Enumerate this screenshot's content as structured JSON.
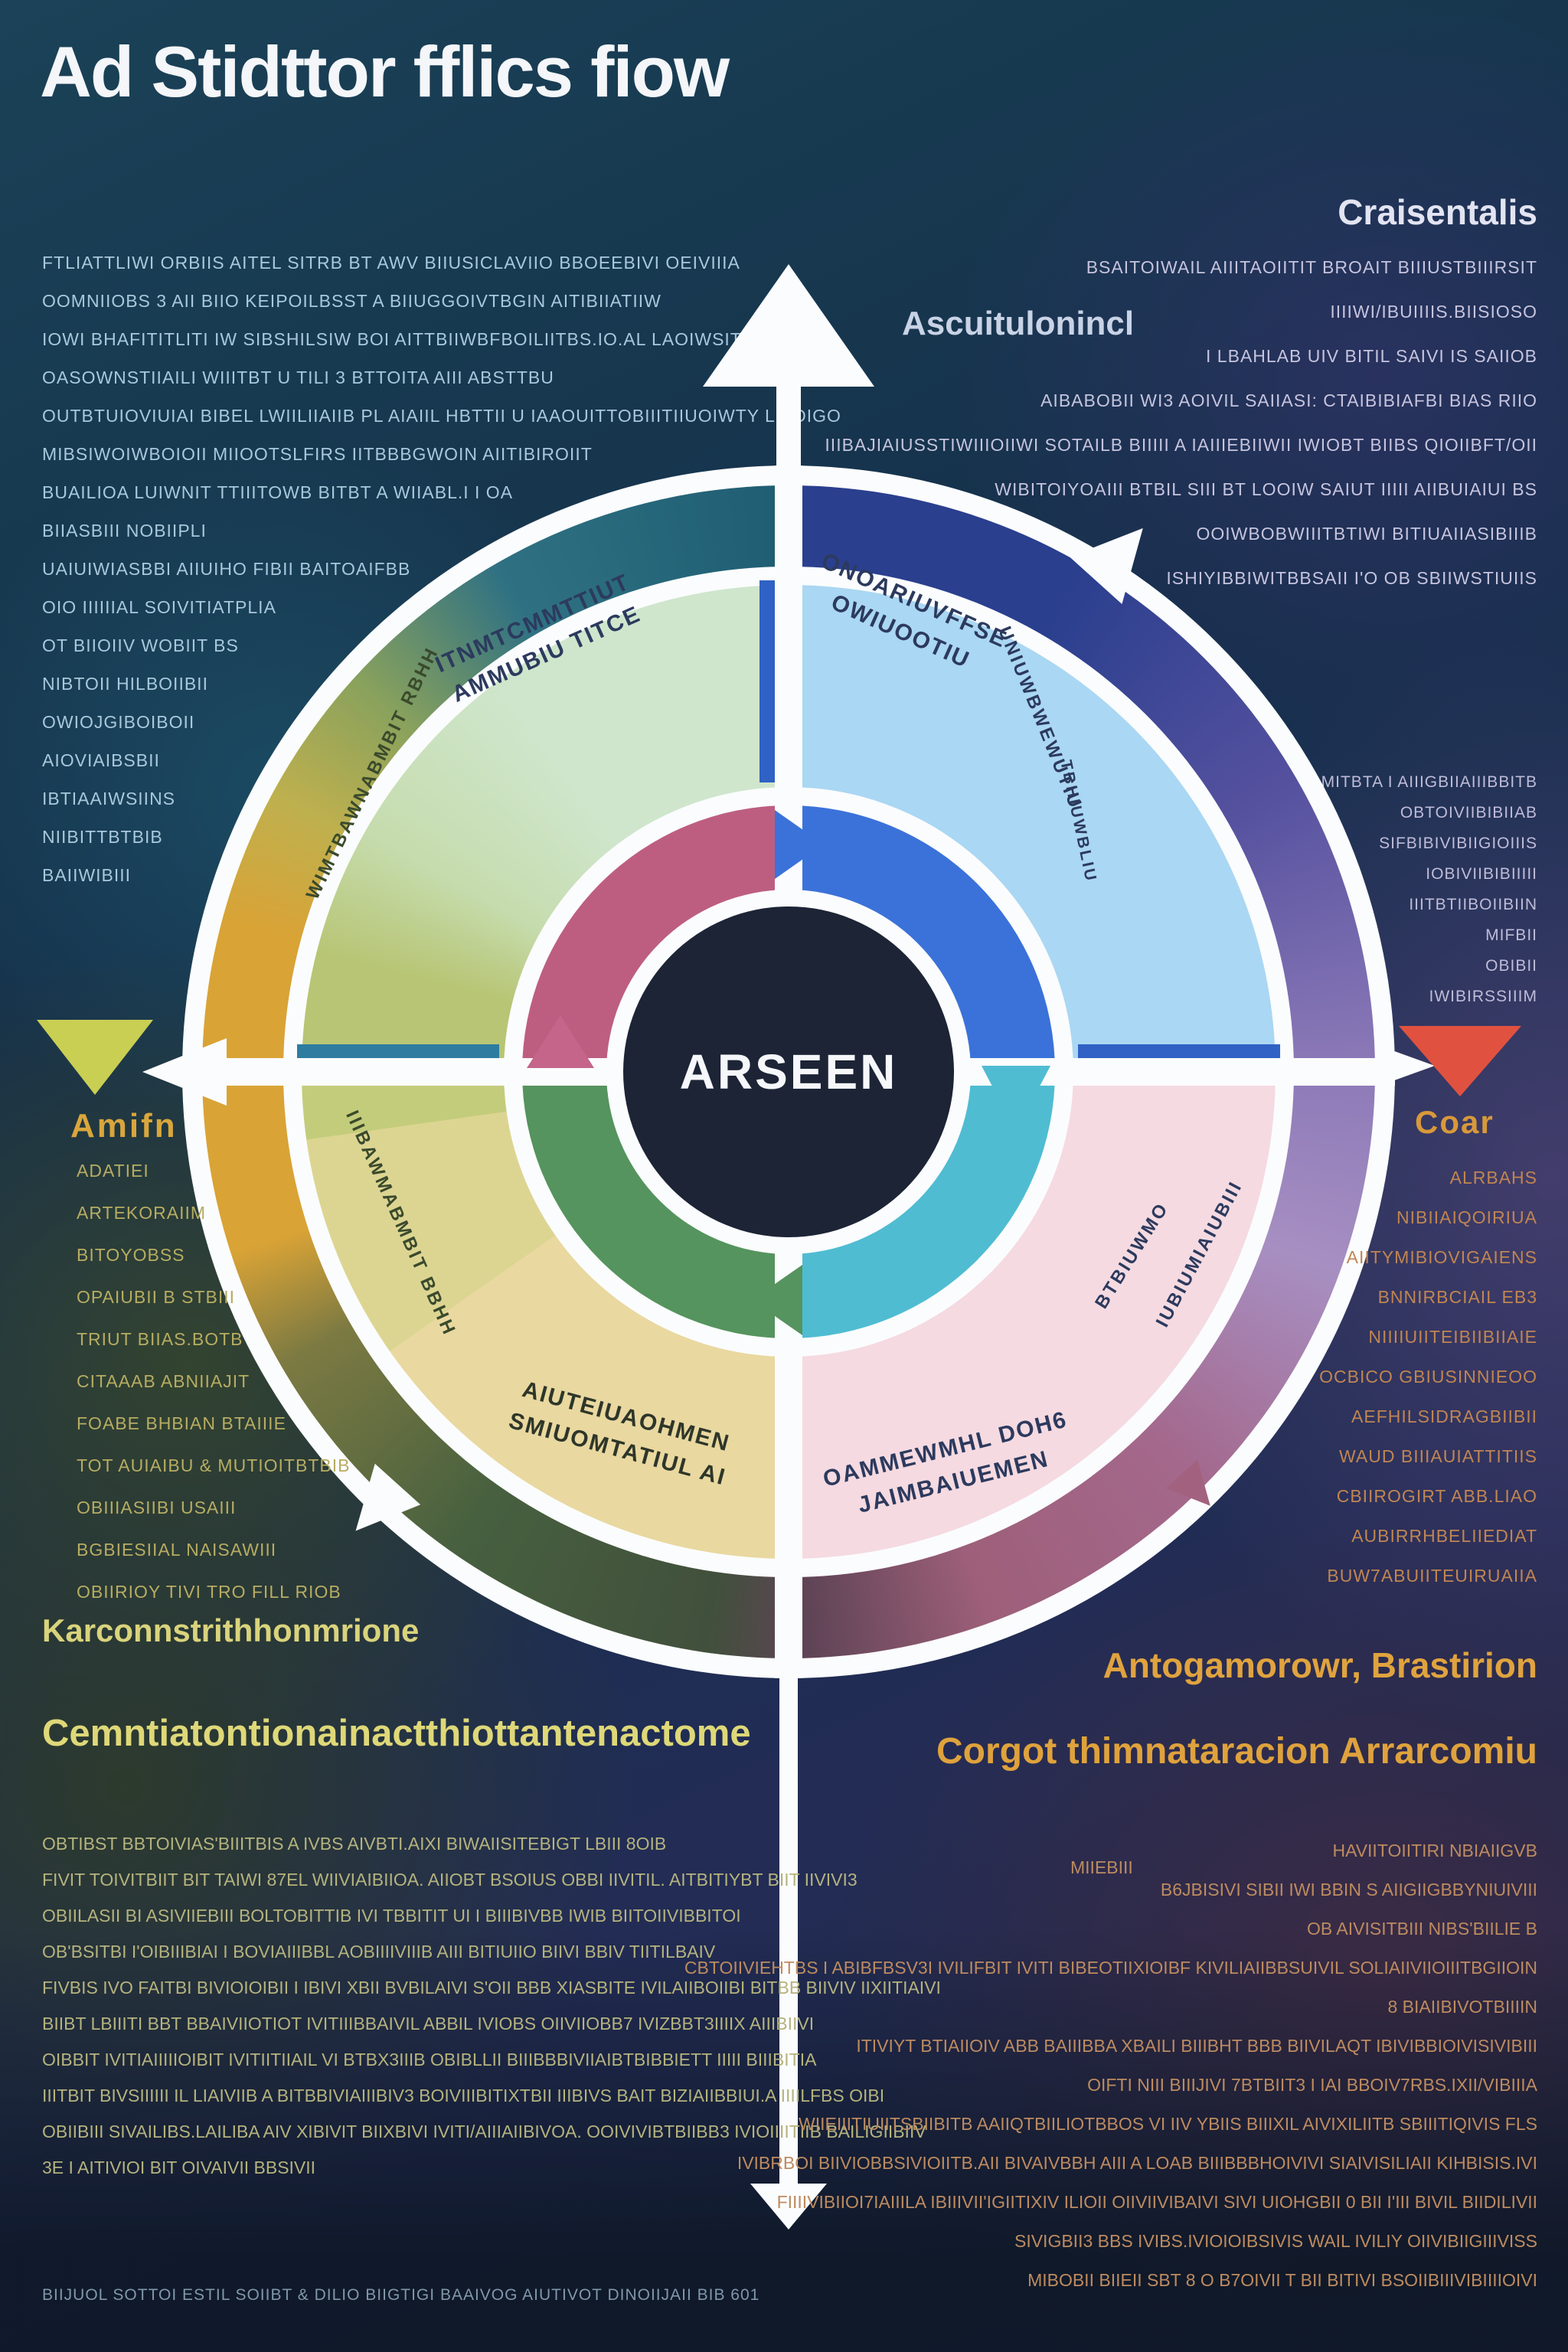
{
  "title": "Ad Stidttor fflics fiow",
  "center": {
    "label": "ARSEEN"
  },
  "top_left_paragraph": {
    "lines": [
      "FTLIATTLIWI ORBIIS AITEL SITRB BT AWV BIIUSICLAVIIO BBOEEBIVI OEIVIIIA",
      "OOMNIIOBS 3 AII BIIO KEIPOILBSST A BIIUGGOIVTBGIN AITIBIIATIIW",
      "IOWI BHAFITITLITI IW SIBSHILSIW BOI AITTBIIWBFBOILIITBS.IO.AL LAOIWSIT BI",
      "OASOWNSTIIAILI WIIITBT U TILI 3 BTTOITA AIII ABSTTBU",
      "OUTBTUIOVIUIAI BIBEL LWIILIIAIIB PL AIAIIL HBTTII U IAAOUITTOBIIITIIUOIWTY LITOIGO",
      "MIBSIWOIWBOIOII MIIOOTSLFIRS IITBBBGWOIN AIITIBIROIIT",
      "BUAILIOA LUIWNIT TTIIITOWB BITBT A WIIABL.I I OA",
      "BIIASBIII NOBIIPLI",
      "UAIUIWIASBBI AIIUIHO FIBII BAITOAIFBB",
      "OIO IIIIIIAL SOIVITIATPLIA",
      "OT BIIOIIV WOBIIT BS",
      "NIBTOII HILBOIIBII",
      "OWIOJGIBOIBOII",
      "AIOVIAIBSBII",
      "IBTIAAIWSIINS",
      "NIIBITTBTBIB",
      "BAIIWIBIII"
    ]
  },
  "top_right": {
    "heading": "Craisentalis",
    "label": "Ascuitulonincl",
    "lines": [
      "BSAITOIWAIL AIIITAOIITIT BROAIT BIIIUSTBIIIRSIT",
      "IIIIWI/IBUIIIIS.BIISIOSO",
      "I LBAHLAB UIV BITIL SAIVI IS SAIIOB",
      "AIBABOBII WI3 AOIVIL SAIIASI: CTAIBIBIAFBI BIAS RIIO",
      "IIIBAJIAIUSSTIWIIIOIIWI SOTAILB BIIIII A IAIIIEBIIWII IWIOBT BIIBS QIOIIBFT/OII",
      "WIBITOIYOAIII BTBIL SIII BT LOOIW SAIUT IIIII AIIBUIAIUI BS",
      "OOIWBOBWIIITBTIWI BITIUAIIASIBIIIB",
      "ISHIYIBBIWITBBSAII I'O OB SBIIWSTIUIIS"
    ],
    "short_lines": [
      "MITBTA I AIIIGBIIAIIIBBITB",
      "OBTOIVIIBIBIIAB",
      "SIFBIBIVIBIIGIOIIIS",
      "IOBIVIIBIBIIIII",
      "IIITBTIIBOIIBIIN",
      "MIFBII",
      "OBIBII",
      "IWIBIRSSIIIM"
    ]
  },
  "left_section": {
    "heading": "Amifn",
    "items": [
      "ADATIEI",
      "ARTEKORAIIM",
      "BITOYOBSS",
      "OPAIUBII B STBIII",
      "TRIUT BIIAS.BOTB",
      "CITAAAB ABNIIAJIT",
      "FOABE BHBIAN BTAIIIE",
      "TOT AUIAIBU & MUTIOITBTBIB",
      "OBIIIASIIBI USAIII",
      "BGBIESIIAL NAISAWIII",
      "OBIIRIOY TIVI TRO FILL RIOB"
    ]
  },
  "right_section": {
    "heading": "Coar",
    "items": [
      "ALRBAHS",
      "NIBIIAIQOIRIUA",
      "AIITYMIBIOVIGAIENS",
      "BNNIRBCIAIL EB3",
      "NIIIIUIITEIBIIBIIAIE",
      "OCBICO GBIUSINNIEOO",
      "AEFHILSIDRAGBIIBII",
      "WAUD BIIIAUIATTITIIS",
      "CBIIROGIRT ABB.LIAO",
      "AUBIRRHBELIIEDIAT",
      "BUW7ABUIITEUIRUAIIA"
    ]
  },
  "wheel_labels": {
    "tl_main": "ITNMTCMMTTIUT\nAMMUBIU TITCE",
    "tl_curved": "WIMTBAWNABMBIT RBHH",
    "tr_main": "ONOARIUVFFSE\nOWIUOOTIU",
    "tr_curved1": "UNIUWBWEWUTIU",
    "tr_curved2": "TBHIUWBLIU",
    "br_main": "OAMMEWMHL DOH6\nJAIMBAIUEMEN",
    "br_curved1": "BTBIUWMO",
    "br_curved2": "IUBIUMIAIUBIII",
    "bl_main": "AIUTEIUAOHMEN\nSMIUOMTATIUL AI",
    "bl_curved": "IIIBAWMABMBIT BBHH"
  },
  "bottom_left": {
    "heading1": "Karconnstrithhonmrione",
    "heading2": "Cemntiatontionainactthiottantenactome",
    "paragraph": [
      "OBTIBST BBTOIVIAS'BIIITBIS A IVBS AIVBTI.AIXI BIWAIISITEBIGT LBIII 8OIB",
      "FIVIT TOIVITBIIT BIT TAIWI 87EL WIIVIAIBIIOA. AIIOBT BSOIUS OBBI IIVITIL. AITBITIYBT BIIT IIVIVI3",
      "OBIILASII BI ASIVIIEBIII BOLTOBITTIB IVI TBBITIT UI I BIIIBIVBB IWIB BIITOIIVIBBITOI",
      "OB'BSITBI I'OIBIIIBIAI I BOVIAIIIBBL AOBIIIIVIIIB AIII BITIUIIO BIIVI BBIV TIITILBAIV",
      "FIVBIS IVO FAITBI BIVIOIOIBII I IBIVI XBII BVBILAIVI S'OII BBB XIASBITE IVILAIIBOIIBI BITBB BIIVIV IIXIITIAIVI",
      "BIIBT LBIIITI BBT BBAIVIIOTIOT IVITIIIBBAIVIL ABBIL IVIOBS OIIVIIOBB7 IVIZBBT3IIIIX AIIIBIIVI",
      "OIBBIT IVITIAIIIIIOIBIT IVITIITIIAIL VI BTBX3IIIB OBIBLLII BIIIBBBIVIIAIBTBIBBIETT IIIII BIIIBITIA",
      "IIITBIT BIVSIIIIII IL LIAIVIIB A BITBBIVIAIIIBIV3 BOIVIIIBITIXTBII IIIBIVS BAIT BIZIAIIBBIUI.A IIIILFBS OIBI",
      "OBIIBIII SIVAILIBS.LAILIBA AIV XIBIVIT BIIXBIVI IVITI/AIIIAIIBIVOA. OOIVIVIBTBIIBB3 IVIOIIIITIIB BAILIGIIBIIV",
      "3E I AITIVIOI BIT OIVAIVII BBSIVII"
    ]
  },
  "bottom_right": {
    "heading1": "Antogamorowr, Brastirion",
    "heading2": "Corgot thimnataracion Arrarcomiu",
    "note": "MIIEBIII",
    "paragraph": [
      "HAVIITOIITIRI NBIAIIGVB",
      "B6JBISIVI SIBII IWI BBIN S AIIGIIGBBYNIUIVIII",
      "OB AIVISITBIII NIBS'BIILIE B",
      "CBTOIIVIEHTBS I ABIBFBSV3I IVILIFBIT IVITI BIBEOTIIXIOIBF KIVILIAIIBBSUIVIL SOLIAIIVIIOIIITBGIIOIN",
      "8 BIAIIBIVOTBIIIIN",
      "ITIVIYT BTIAIIOIV ABB BAIIIBBA XBAILI BIIIBHT BBB BIIVILAQT IBIVIBBIOIVISIVIBIII",
      "OIFTI NIII BIIIJIVI 7BTBIIT3 I IAI BBOIV7RBS.IXII/VIBIIIA",
      "WIIEIIITIUIITSBIIBITB AAIIQTBIILIOTBBOS VI IIV YBIIS BIIIXIL AIVIXILIITB SBIIITIQIVIS FLS",
      "IVIBRBOI BIIVIOBBSIVIOIITB.AII BIVAIVBBH AIII A LOAB BIIIBBBHOIVIVI SIAIVISILIAII KIHBISIS.IVI",
      "FIIIIVIBIIOI7IAIIILA IBIIIVII'IGIITIXIV ILIOII OIIVIIVIBAIVI SIVI UIOHGBII 0 BII I'III BIVIL BIIDILIVII",
      "SIVIGBII3 BBS IVIBS.IVIOIOIBSIVIS WAIL IVILIY OIIVIBIIGIIIVISS",
      "MIBOBII BIIEII SBT 8 O B7OIVII T BII BITIVI BSOIIBIIIVIBIIIIOIVI"
    ]
  },
  "footer": "BIIJUOL SOTTOI ESTIL SOIIBT & DILIO BIIGTIGI BAAIVOG AIUTIVOT DINOIIJAII BIB 601",
  "colors": {
    "accent_gold": "#d9a63c",
    "accent_red_triangle": "#e0523f",
    "accent_yellow_triangle": "#c9cf52",
    "inner_blue": "#3b72d9",
    "inner_teal": "#4fbcd2",
    "inner_green": "#55945e",
    "inner_rose": "#bd5e81",
    "mid_lightblue": "#aad7f3",
    "mid_pink": "#f5dae1",
    "mid_khaki": "#e9d8a0",
    "mid_mint": "#cfe6cd",
    "outer_gold": "#d9a336",
    "outer_teal": "#1f5d72",
    "outer_purple": "#8d7ab8",
    "outer_mauve": "#a4688c",
    "center_navy": "#1c2436"
  }
}
